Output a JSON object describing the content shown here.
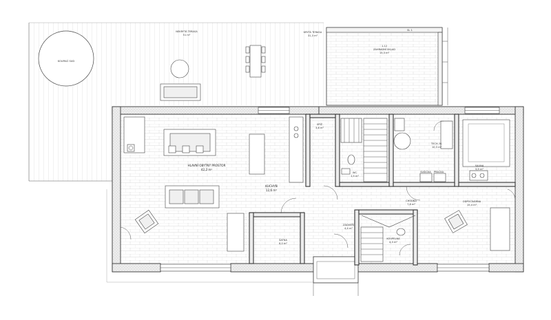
{
  "plan": {
    "rooms": [
      {
        "id": "nekryta_terasa",
        "name": "NEKRYTÁ TERASA",
        "area": "51 m²"
      },
      {
        "id": "kryta_terasa",
        "name": "KRYTÁ TERASA",
        "area": "31,3 m²"
      },
      {
        "id": "sklad",
        "code": "1.12",
        "name": "ZAHRADNÍ SKLAD",
        "area": "15,3 m²"
      },
      {
        "id": "sl",
        "name": "SL 1"
      },
      {
        "id": "kupaci_sud",
        "name": "KOUPACÍ SUD"
      },
      {
        "id": "obyvaci",
        "name": "HLAVNÍ OBYTNÝ PROSTOR",
        "area": "42,2 m²"
      },
      {
        "id": "kuchyn",
        "name": "KUCHYŇ",
        "area": "12,6 m²"
      },
      {
        "id": "spiz",
        "name": "SPÍŽ",
        "area": "3,8 m²"
      },
      {
        "id": "wc",
        "name": "WC",
        "area": "1,5 m²"
      },
      {
        "id": "tech",
        "name": "TECH. M.",
        "area": "10,3 m²"
      },
      {
        "id": "susicka",
        "name": "SUŠIČKA"
      },
      {
        "id": "pracka",
        "name": "PRAČKA"
      },
      {
        "id": "sauna",
        "name": "SAUNA",
        "area": "5,9 m²"
      },
      {
        "id": "chodba",
        "name": "CHODBA",
        "area": "7,8 m²"
      },
      {
        "id": "odpocivarna",
        "name": "ODPOČÍVÁRNA",
        "area": "15,4 m²"
      },
      {
        "id": "zadveri",
        "name": "ZÁDVEŘÍ",
        "area": "4,4 m²"
      },
      {
        "id": "koupelna",
        "name": "KOUPELNA",
        "area": "4,3 m²"
      },
      {
        "id": "satna",
        "name": "ŠATNA",
        "area": "8,0 m²"
      }
    ]
  }
}
